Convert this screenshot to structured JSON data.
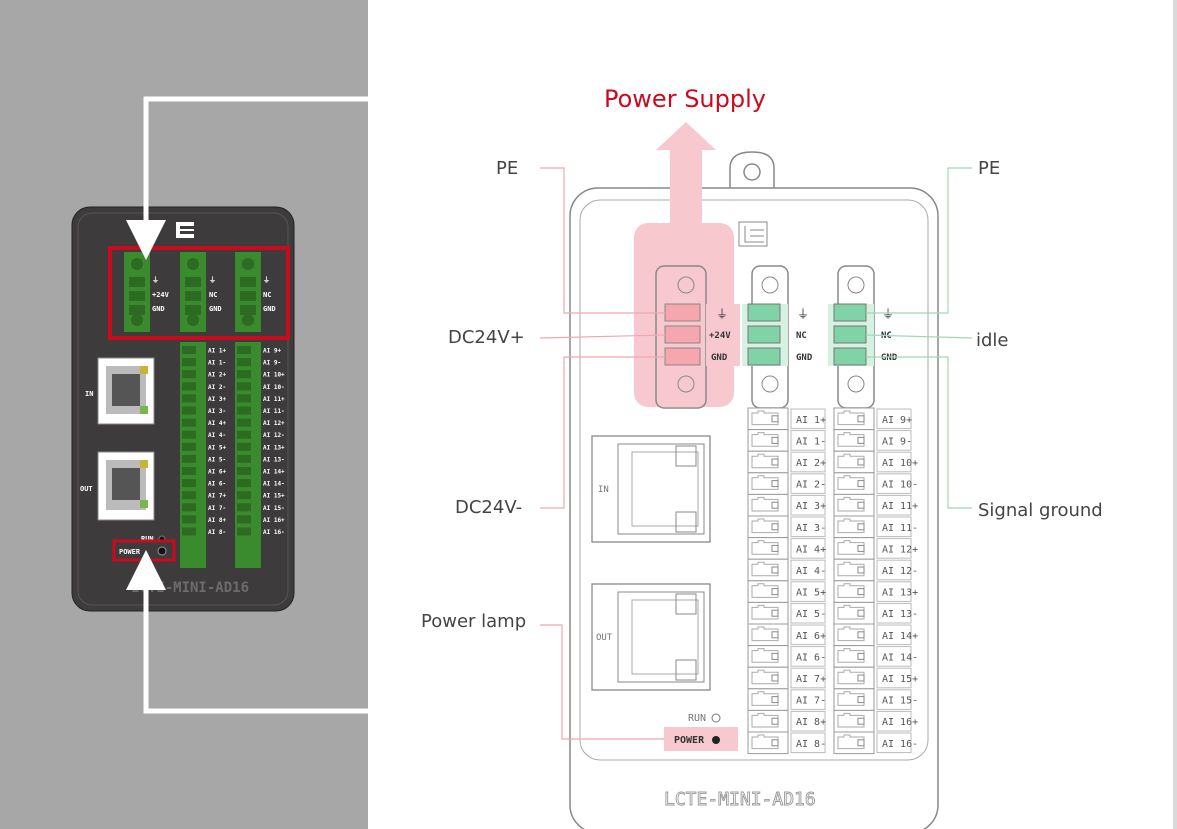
{
  "title": "Power Supply",
  "callouts": {
    "pe_left": "PE",
    "pe_right": "PE",
    "dc24_plus": "DC24V+",
    "dc24_minus": "DC24V-",
    "idle": "idle",
    "signal_ground": "Signal ground",
    "power_lamp": "Power lamp"
  },
  "device": {
    "model": "LCTE-MINI-AD16",
    "port_in": "IN",
    "port_out": "OUT",
    "run_label": "RUN",
    "power_label": "POWER",
    "power_terminal": [
      "+24V",
      "GND"
    ],
    "signal_terminals": [
      [
        "NC",
        "GND"
      ],
      [
        "NC",
        "GND"
      ]
    ],
    "left_channels": [
      "AI 1+",
      "AI 1-",
      "AI 2+",
      "AI 2-",
      "AI 3+",
      "AI 3-",
      "AI 4+",
      "AI 4-",
      "AI 5+",
      "AI 5-",
      "AI 6+",
      "AI 6-",
      "AI 7+",
      "AI 7-",
      "AI 8+",
      "AI 8-"
    ],
    "right_channels": [
      "AI 9+",
      "AI 9-",
      "AI 10+",
      "AI 10-",
      "AI 11+",
      "AI 11-",
      "AI 12+",
      "AI 12-",
      "AI 13+",
      "AI 13-",
      "AI 14+",
      "AI 14-",
      "AI 15+",
      "AI 15-",
      "AI 16+",
      "AI 16-"
    ]
  },
  "colors": {
    "accent_red": "#cc0a1e",
    "pink_highlight": "#f7c9cf",
    "green_terminal": "#7fd3a6",
    "photo_background": "#a7a7a7",
    "device_dark": "#3e3b3c",
    "terminal_dark_green": "#2e6b22"
  }
}
